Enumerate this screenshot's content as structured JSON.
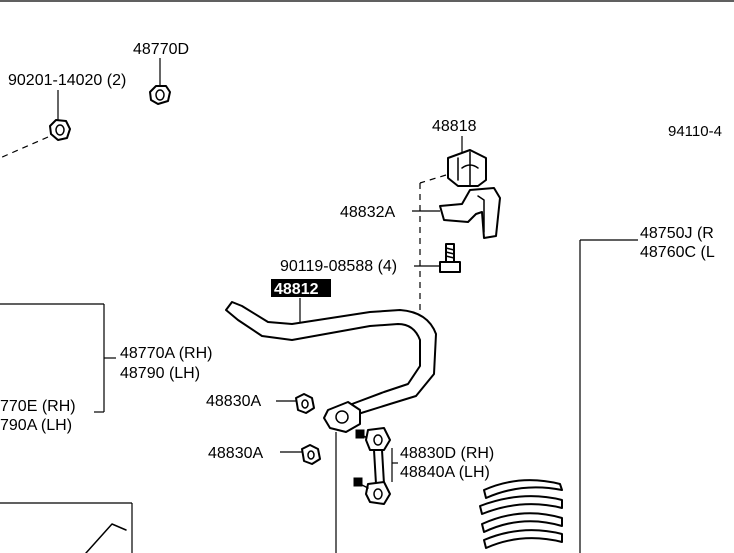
{
  "labels": {
    "p48770D": "48770D",
    "p90201": "90201-14020 (2)",
    "p48818": "48818",
    "p94110": "94110-4",
    "p48832A": "48832A",
    "p90119": "90119-08588 (4)",
    "p48812": "48812",
    "p48750J": "48750J (R",
    "p48760C": "48760C (L",
    "p48770A": "48770A (RH)",
    "p48790": "48790   (LH)",
    "p48770E": "770E (RH)",
    "p48790A": "790A (LH)",
    "p48830A_1": "48830A",
    "p48830A_2": "48830A",
    "p48830D": "48830D (RH)",
    "p48840A": "48840A (LH)"
  }
}
